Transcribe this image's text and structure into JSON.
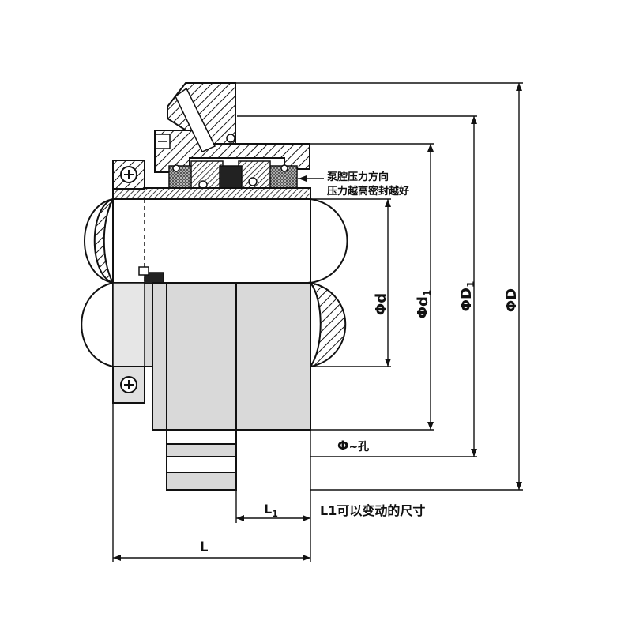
{
  "note_pressure": {
    "line1": "泵腔压力方向",
    "line2": "压力越高密封越好"
  },
  "dimensions": {
    "d": "d",
    "d1": "d",
    "d1_sub": "1",
    "D1": "D",
    "D1_sub": "1",
    "D": "D",
    "phi": "Φ",
    "hole_suffix": "~孔",
    "L1": "L",
    "L1_sub": "1",
    "L": "L"
  },
  "note_l1": "L1可以变动的尺寸",
  "colors": {
    "line": "#111111",
    "part_fill": "#d9d9d9",
    "hatch": "#111111",
    "background": "#ffffff"
  }
}
